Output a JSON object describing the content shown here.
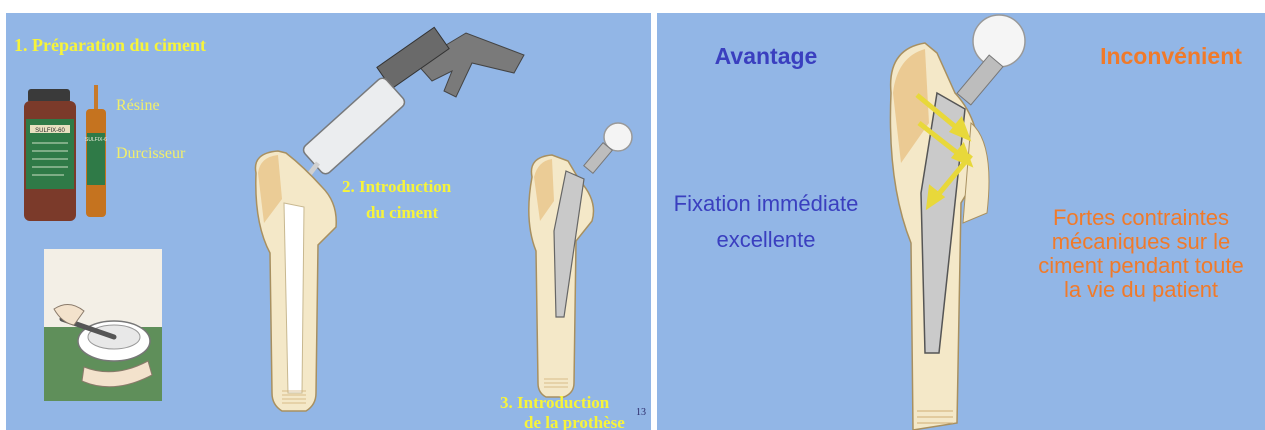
{
  "left_slide": {
    "step1_title": "1. Préparation du ciment",
    "resin_label": "Résine",
    "hardener_label": "Durcisseur",
    "vial_label": "SULFIX-60",
    "ampoule_label": "SULFIX-6",
    "step2_line1": "2. Introduction",
    "step2_line2": "du ciment",
    "step3_line1": "3.  Introduction",
    "step3_line2": "de la prothèse",
    "page_number": "13"
  },
  "right_slide": {
    "advantage_title": "Avantage",
    "advantage_text_line1": "Fixation immédiate",
    "advantage_text_line2": "excellente",
    "disadvantage_title": "Inconvénient",
    "disadvantage_line1": "Fortes contraintes",
    "disadvantage_line2": "mécaniques sur le",
    "disadvantage_line3": "ciment pendant toute",
    "disadvantage_line4": "la vie du patient"
  },
  "colors": {
    "slide_background": "#92b6e6",
    "yellow_text": "#f7f43a",
    "advantage_blue": "#3a3fbf",
    "disadvantage_orange": "#f07a2a"
  }
}
